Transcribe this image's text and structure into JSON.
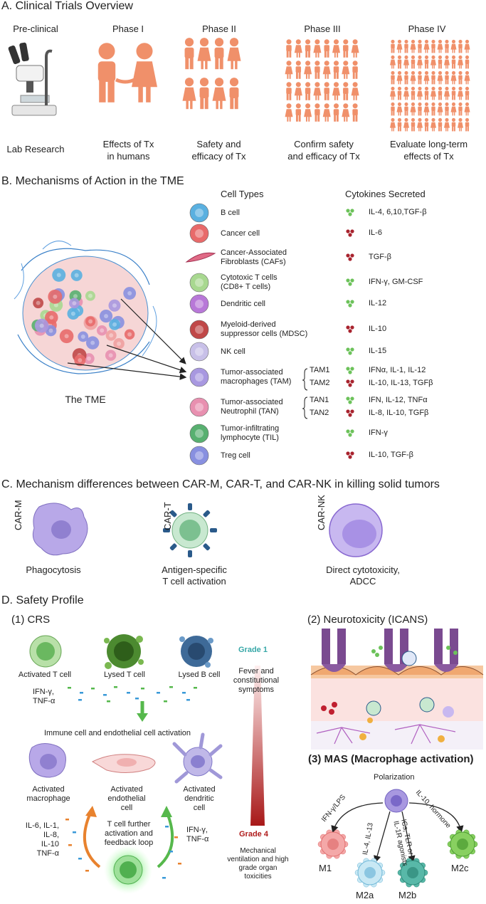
{
  "colors": {
    "salmon": "#f0906a",
    "grade_red": "#b01c1c",
    "grade_teal": "#38a8a8",
    "green_arrow": "#56b84c",
    "orange_arrow": "#e8822e"
  },
  "sectionA": {
    "title": "A. Clinical Trials Overview",
    "phases": [
      {
        "name": "Pre-clinical",
        "desc": "Lab Research",
        "icon": "microscope-icon"
      },
      {
        "name": "Phase I",
        "desc": "Effects of Tx\nin humans",
        "icon": "two-people-icon"
      },
      {
        "name": "Phase II",
        "desc": "Safety and\nefficacy of Tx",
        "icon": "small-group-icon"
      },
      {
        "name": "Phase III",
        "desc": "Confirm safety\nand efficacy of Tx",
        "icon": "medium-group-icon"
      },
      {
        "name": "Phase IV",
        "desc": "Evaluate long-term\neffects of Tx",
        "icon": "large-group-icon"
      }
    ]
  },
  "sectionB": {
    "title": "B. Mechanisms of Action in the TME",
    "tme_label": "The TME",
    "col_cell_types": "Cell Types",
    "col_cytokines": "Cytokines Secreted",
    "rows": [
      {
        "name": "B cell",
        "cytokines": "IL-4, 6,10,TGF-β",
        "cell_color": "#5ab0e0",
        "dot_color": "#6cc25a"
      },
      {
        "name": "Cancer cell",
        "cytokines": "IL-6",
        "cell_color": "#e86a6a",
        "dot_color": "#a8232e"
      },
      {
        "name": "Cancer-Associated\nFibroblasts (CAFs)",
        "cytokines": "TGF-β",
        "cell_color": "#e06a86",
        "dot_color": "#a8232e"
      },
      {
        "name": "Cytotoxic T cells\n(CD8+ T cells)",
        "cytokines": "IFN-γ, GM-CSF",
        "cell_color": "#a8d890",
        "dot_color": "#6cc25a"
      },
      {
        "name": "Dendritic cell",
        "cytokines": "IL-12",
        "cell_color": "#b878d8",
        "dot_color": "#6cc25a"
      },
      {
        "name": "Myeloid-derived\nsuppressor cells (MDSC)",
        "cytokines": "IL-10",
        "cell_color": "#c04848",
        "dot_color": "#a8232e"
      },
      {
        "name": "NK cell",
        "cytokines": "IL-15",
        "cell_color": "#c8c0e8",
        "dot_color": "#6cc25a"
      },
      {
        "name": "Tumor-associated\nmacrophages (TAM)",
        "cytokines": "",
        "cell_color": "#a898e0",
        "dot_color": "#6cc25a",
        "subtypes": [
          {
            "name": "TAM1",
            "cytokines": "IFNα, IL-1, IL-12",
            "dot_color": "#6cc25a"
          },
          {
            "name": "TAM2",
            "cytokines": "IL-10, IL-13, TGFβ",
            "dot_color": "#a8232e"
          }
        ]
      },
      {
        "name": "Tumor-associated\nNeutrophil (TAN)",
        "cytokines": "",
        "cell_color": "#e890b0",
        "dot_color": "#6cc25a",
        "subtypes": [
          {
            "name": "TAN1",
            "cytokines": "IFN, IL-12, TNFα",
            "dot_color": "#6cc25a"
          },
          {
            "name": "TAN2",
            "cytokines": "IL-8, IL-10, TGFβ",
            "dot_color": "#a8232e"
          }
        ]
      },
      {
        "name": "Tumor-infiltrating\nlymphocyte (TIL)",
        "cytokines": "IFN-γ",
        "cell_color": "#58b070",
        "dot_color": "#6cc25a"
      },
      {
        "name": "Treg cell",
        "cytokines": "IL-10, TGF-β",
        "cell_color": "#8890e0",
        "dot_color": "#a8232e"
      }
    ]
  },
  "sectionC": {
    "title": "C.  Mechanism differences between CAR-M, CAR-T, and CAR-NK in killing solid tumors",
    "items": [
      {
        "label": "CAR-M",
        "desc": "Phagocytosis"
      },
      {
        "label": "CAR-T",
        "desc": "Antigen-specific\nT cell activation"
      },
      {
        "label": "CAR-NK",
        "desc": "Direct cytotoxicity,\nADCC"
      }
    ]
  },
  "sectionD": {
    "title": "D. Safety Profile",
    "crs": {
      "title": "(1) CRS",
      "activated_t": "Activated T cell",
      "lysed_t": "Lysed T cell",
      "lysed_b": "Lysed B cell",
      "cytokines_top": "IFN-γ,\nTNF-α",
      "activation_line": "Immune cell and endothelial cell activation",
      "act_macrophage": "Activated\nmacrophage",
      "act_endothelial": "Activated\nendothelial\ncell",
      "act_dendritic": "Activated\ndendritic\ncell",
      "left_cytokines": "IL-6, IL-1,\nIL-8,\nIL-10\nTNF-α",
      "loop_text": "T cell further\nactivation and\nfeedback loop",
      "right_cytokines": "IFN-γ,\nTNF-α",
      "grade1": "Grade 1",
      "grade1_desc": "Fever and\nconstitutional\nsymptoms",
      "grade4": "Grade 4",
      "grade4_desc": "Mechanical\nventilation and high\ngrade organ\ntoxicities"
    },
    "icans": {
      "title": "(2) Neurotoxicity (ICANS)"
    },
    "mas": {
      "title": "(3) MAS (Macrophage activation)",
      "polarization": "Polarization",
      "arrows": [
        "IFN-γ/LPS",
        "IL-4, IL-13",
        "ICs, TLR or\nIL-1R agonists",
        "IL-10, hormone"
      ],
      "types": [
        "M1",
        "M2a",
        "M2b",
        "M2c"
      ]
    }
  }
}
